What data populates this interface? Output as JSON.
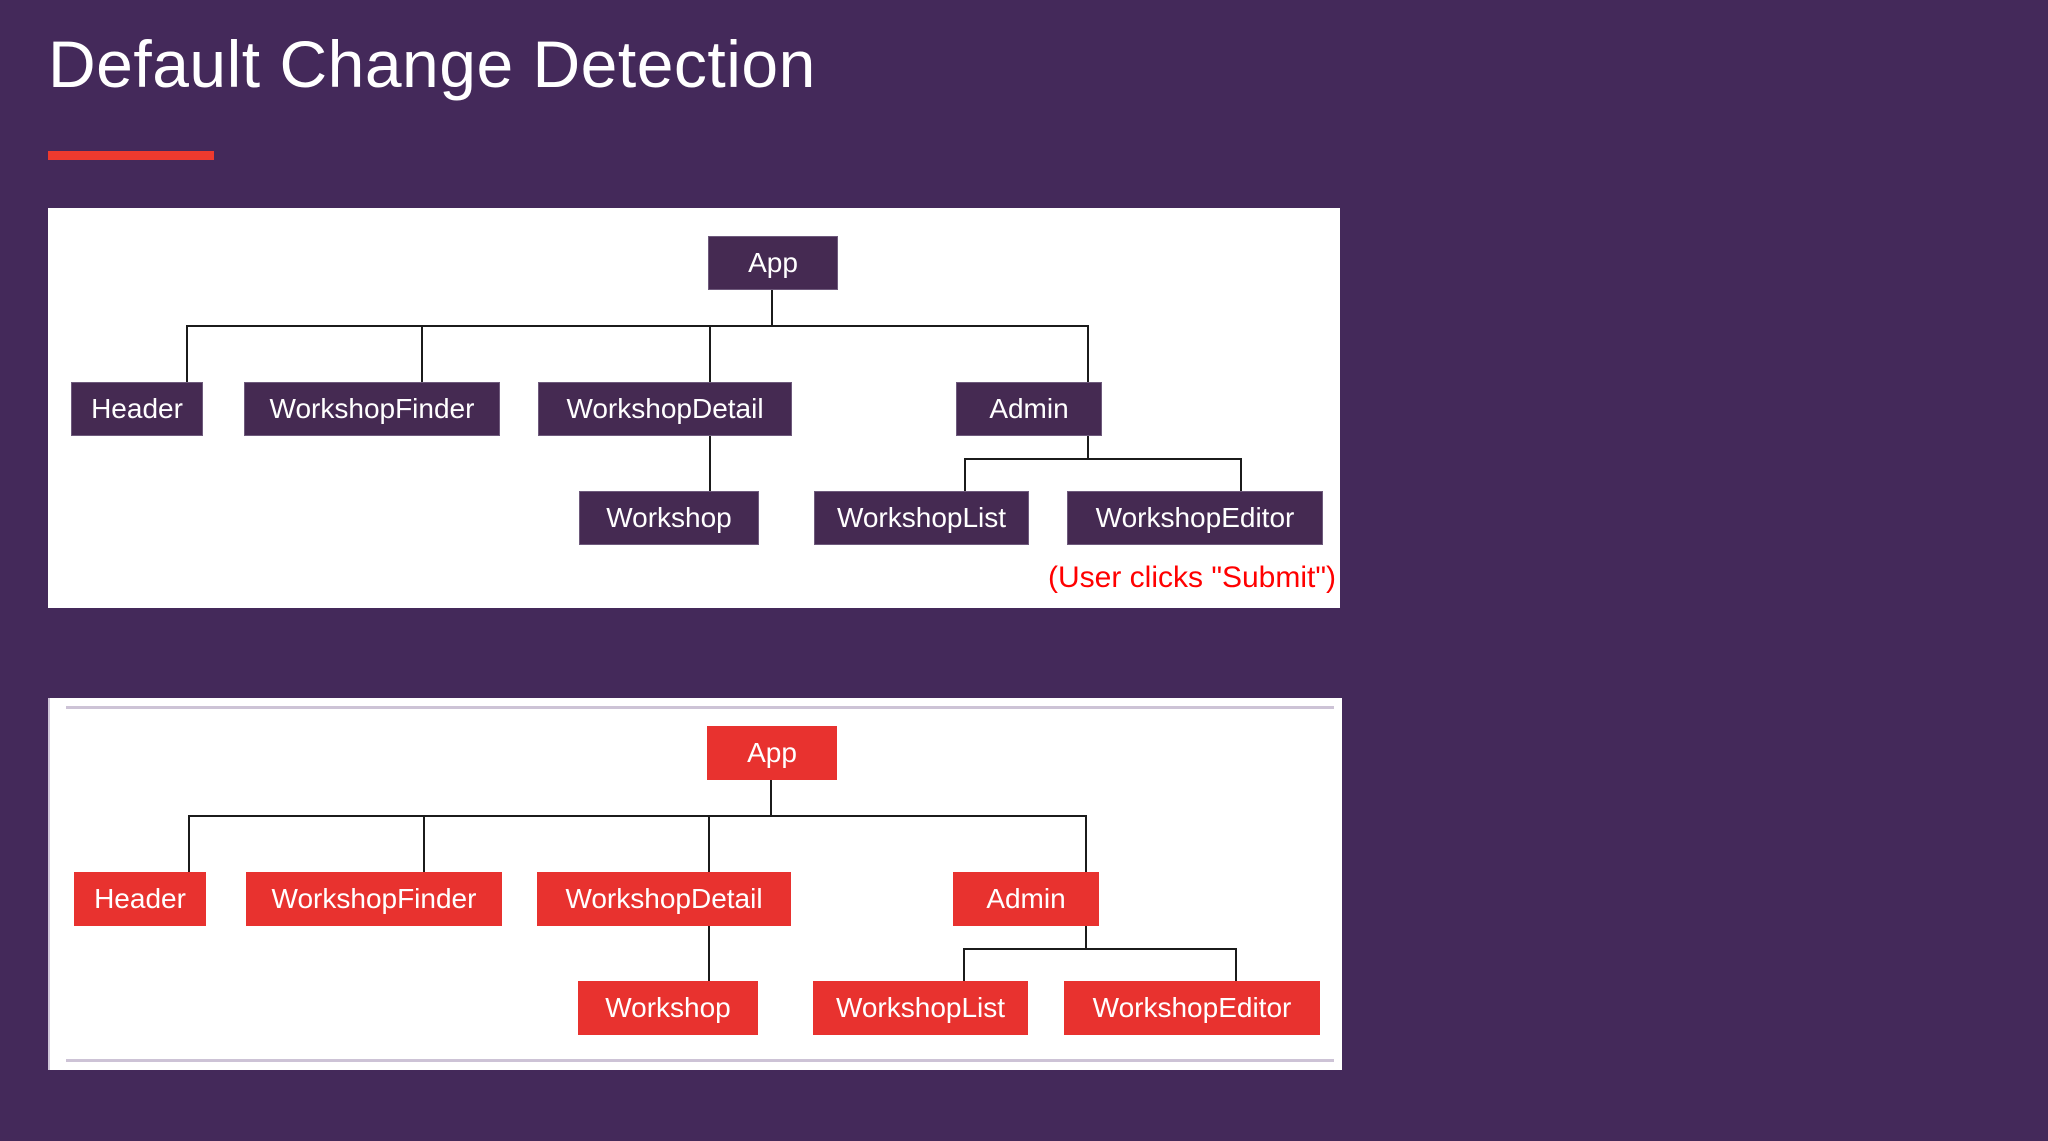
{
  "slide": {
    "title": "Default Change Detection",
    "background_color": "#44295A",
    "accent_color": "#EE3A2E"
  },
  "panels": [
    {
      "id": "before",
      "name": "component-tree-before",
      "node_color": "#452A52",
      "text_color": "#FFFFFF",
      "annotation": "(User clicks \"Submit\")",
      "annotation_color": "#FF0000"
    },
    {
      "id": "after",
      "name": "component-tree-after",
      "node_color": "#E8322F",
      "text_color": "#FFFFFF"
    }
  ],
  "tree": {
    "root": "App",
    "nodes": {
      "app": "App",
      "header": "Header",
      "workshop_finder": "WorkshopFinder",
      "workshop_detail": "WorkshopDetail",
      "admin": "Admin",
      "workshop": "Workshop",
      "workshop_list": "WorkshopList",
      "workshop_editor": "WorkshopEditor"
    },
    "edges": [
      [
        "App",
        "Header"
      ],
      [
        "App",
        "WorkshopFinder"
      ],
      [
        "App",
        "WorkshopDetail"
      ],
      [
        "App",
        "Admin"
      ],
      [
        "WorkshopDetail",
        "Workshop"
      ],
      [
        "Admin",
        "WorkshopList"
      ],
      [
        "Admin",
        "WorkshopEditor"
      ]
    ]
  }
}
